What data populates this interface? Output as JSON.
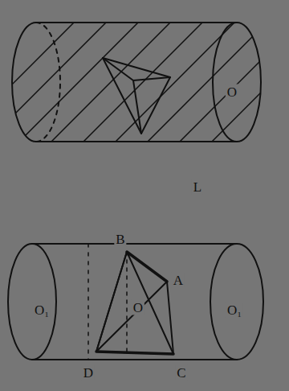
{
  "diagram": {
    "labels": [
      "O",
      "L",
      "B",
      "A",
      "C",
      "D",
      "O₁",
      "O",
      "O₁"
    ]
  }
}
